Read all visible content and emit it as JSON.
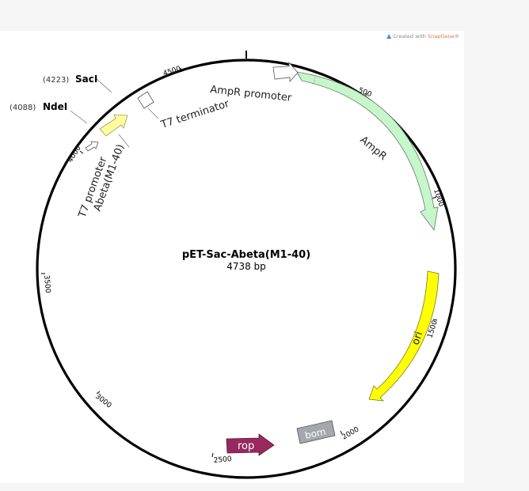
{
  "credit": {
    "prefix": "Created with ",
    "brand": "SnapGene",
    "mark": "®"
  },
  "plasmid": {
    "name": "pET-Sac-Abeta(M1-40)",
    "length_text": "4738 bp"
  },
  "sites": [
    {
      "pos": "(4223)",
      "name": "SacI"
    },
    {
      "pos": "(4088)",
      "name": "NdeI"
    }
  ],
  "ticks": [
    "500",
    "1000",
    "1500",
    "2000",
    "2500",
    "3000",
    "3500",
    "4000",
    "4500"
  ],
  "features": {
    "ampr": "AmpR",
    "ampr_promoter": "AmpR promoter",
    "t7_terminator": "T7 terminator",
    "t7_promoter": "T7 promoter",
    "abeta": "Abeta(M1-40)",
    "ori": "ori",
    "bom": "bom",
    "rop": "rop"
  },
  "colors": {
    "ampr": "#c6f7cb",
    "ori": "#ffff00",
    "bom": "#a4a7ae",
    "rop": "#98295f",
    "abeta": "#fdfd9f"
  }
}
